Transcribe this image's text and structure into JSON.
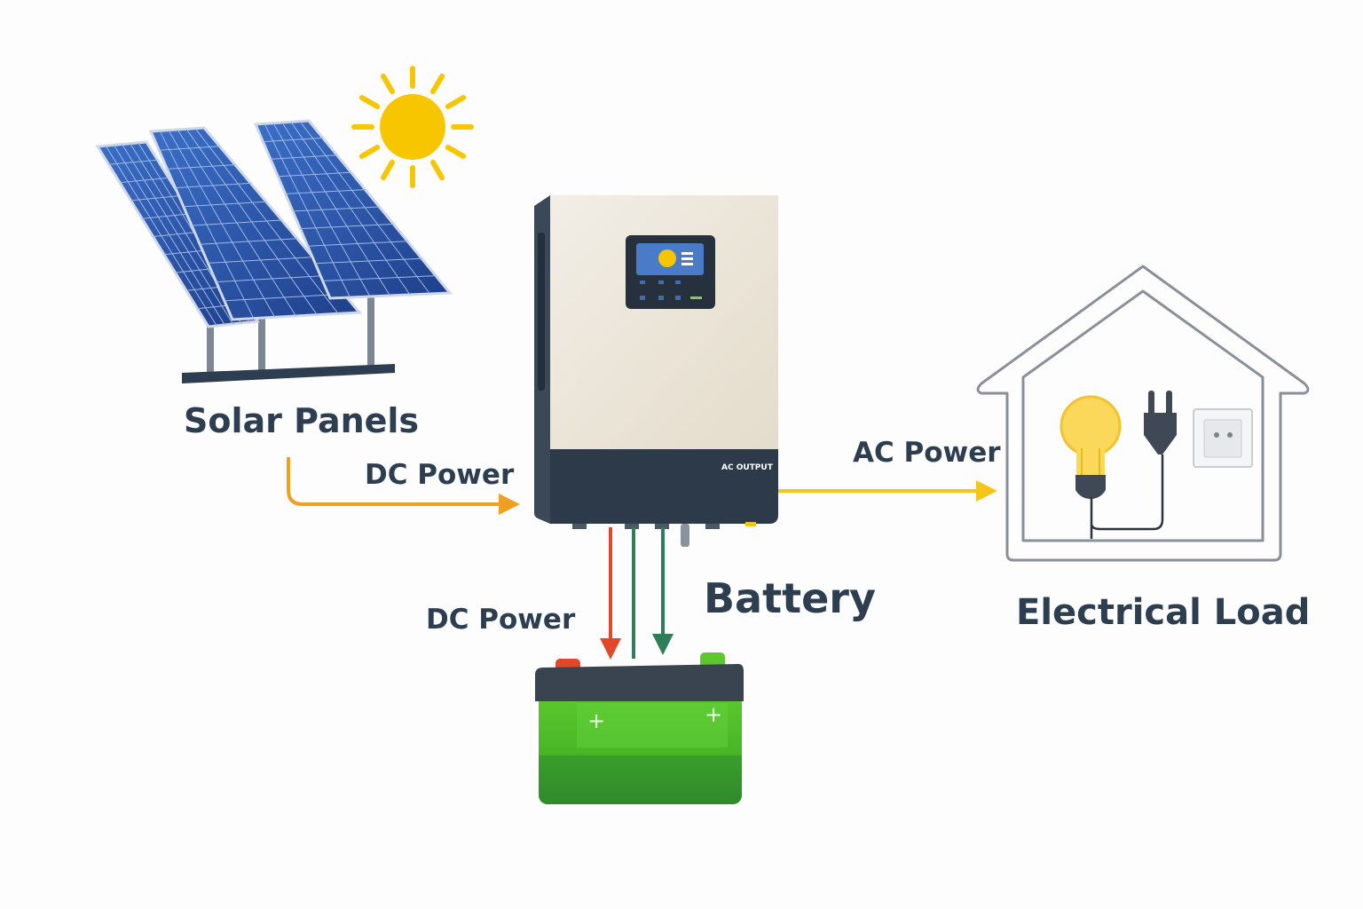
{
  "labels": {
    "solar_panels": "Solar Panels",
    "dc_power_solar": "DC Power",
    "ac_power": "AC Power",
    "dc_power_battery": "DC Power",
    "battery": "Battery",
    "electrical_load": "Electrical Load",
    "inverter_ac_output": "AC OUTPUT"
  },
  "colors": {
    "text": "#2d3e50",
    "dc_solar_arrow": "#f0a020",
    "ac_arrow": "#f5c518",
    "battery_positive_wire": "#e0482a",
    "battery_negative_wire": "#2e7d5b",
    "panel_blue": "#2a55a8",
    "sun": "#f7c600",
    "battery_green": "#4cb82a",
    "inverter_body": "#ebe5d8",
    "inverter_base": "#2c3a4a",
    "house_outline": "#8a9099"
  },
  "icons": [
    "sun-icon",
    "solar-panel-icon",
    "inverter-icon",
    "battery-icon",
    "house-icon",
    "light-bulb-icon",
    "plug-icon",
    "wall-socket-icon"
  ]
}
